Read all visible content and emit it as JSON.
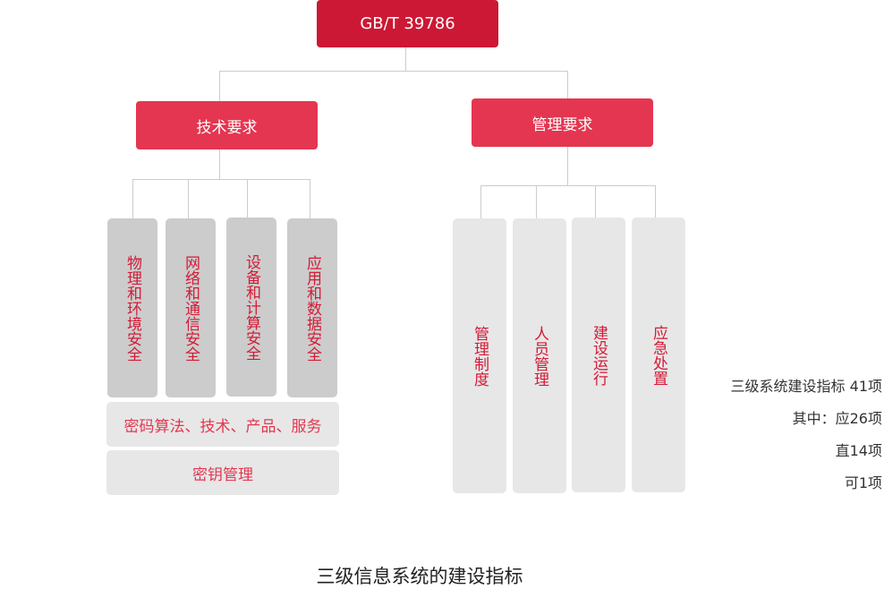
{
  "diagram": {
    "root": {
      "label": "GB/T 39786"
    },
    "branches": [
      {
        "label": "技术要求",
        "children": [
          "物理和环境安全",
          "网络和通信安全",
          "设备和计算安全",
          "应用和数据安全"
        ],
        "cross_cutting": [
          "密码算法、技术、产品、服务",
          "密钥管理"
        ]
      },
      {
        "label": "管理要求",
        "children": [
          "管理制度",
          "人员管理",
          "建设运行",
          "应急处置"
        ]
      }
    ],
    "summary": {
      "total": "三级系统建设指标 41项",
      "line1": "其中：应26项",
      "line2": "直14项",
      "line3": "可1项"
    },
    "caption": "三级信息系统的建设指标"
  },
  "colors": {
    "root": "#cc1834",
    "branch": "#e43650",
    "tech_box": "#cccccc",
    "mgmt_box": "#e7e7e7",
    "text_red": "#d41a36",
    "connector": "#cccccc"
  }
}
